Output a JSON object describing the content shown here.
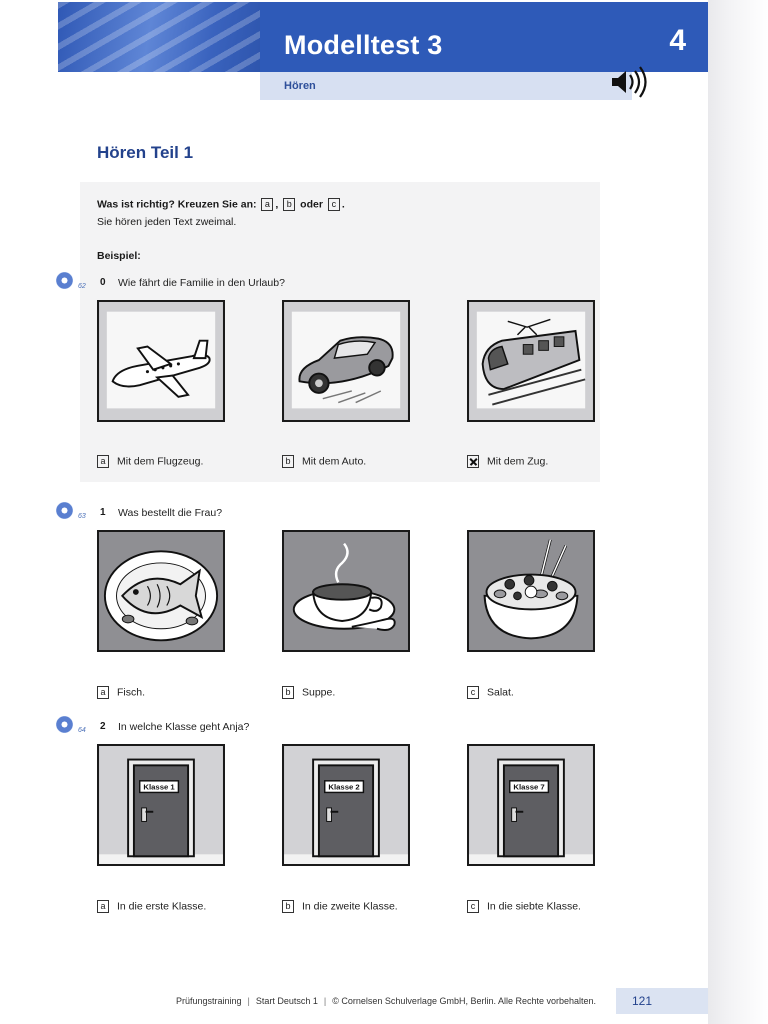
{
  "header": {
    "title": "Modelltest 3",
    "subtitle": "Hören",
    "tab_number": "4"
  },
  "section_title": "Hören Teil 1",
  "instructions": {
    "line1_text": "Was ist richtig? Kreuzen Sie an:",
    "line1_or": "oder",
    "line2": "Sie hören jeden Text zweimal.",
    "example_label": "Beispiel:"
  },
  "questions": [
    {
      "track": "62",
      "number": "0",
      "text": "Wie fährt die Familie in den Urlaub?",
      "options": [
        {
          "letter": "a",
          "label": "Mit dem Flugzeug.",
          "picture": "airplane-icon",
          "checked": false
        },
        {
          "letter": "b",
          "label": "Mit dem Auto.",
          "picture": "car-icon",
          "checked": false
        },
        {
          "letter": "",
          "label": "Mit dem Zug.",
          "picture": "train-icon",
          "checked": true
        }
      ]
    },
    {
      "track": "63",
      "number": "1",
      "text": "Was bestellt die Frau?",
      "options": [
        {
          "letter": "a",
          "label": "Fisch.",
          "picture": "fish-plate-icon",
          "checked": false
        },
        {
          "letter": "b",
          "label": "Suppe.",
          "picture": "soup-cup-icon",
          "checked": false
        },
        {
          "letter": "c",
          "label": "Salat.",
          "picture": "salad-bowl-icon",
          "checked": false
        }
      ]
    },
    {
      "track": "64",
      "number": "2",
      "text": "In welche Klasse geht Anja?",
      "options": [
        {
          "letter": "a",
          "label": "In die erste Klasse.",
          "picture": "door-icon",
          "sign": "Klasse 1",
          "checked": false
        },
        {
          "letter": "b",
          "label": "In die zweite Klasse.",
          "picture": "door-icon",
          "sign": "Klasse 2",
          "checked": false
        },
        {
          "letter": "c",
          "label": "In die siebte Klasse.",
          "picture": "door-icon",
          "sign": "Klasse 7",
          "checked": false
        }
      ]
    }
  ],
  "footer": {
    "part1": "Prüfungstraining",
    "part2": "Start Deutsch 1",
    "part3": "© Cornelsen Schulverlage GmbH, Berlin. Alle Rechte vorbehalten.",
    "page_number": "121"
  }
}
